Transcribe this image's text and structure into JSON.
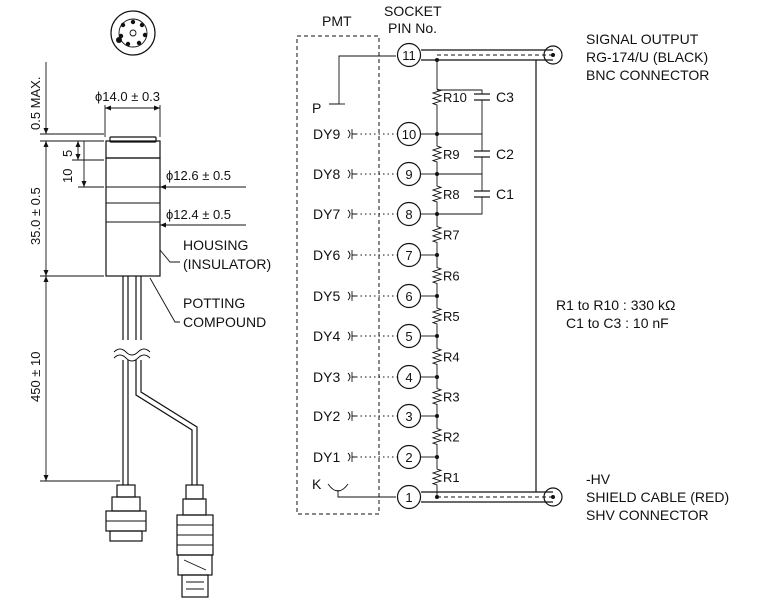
{
  "pmt_label": "PMT",
  "socket_label_line1": "SOCKET",
  "socket_label_line2": "PIN No.",
  "signal": {
    "line1": "SIGNAL OUTPUT",
    "line2": "RG-174/U (BLACK)",
    "line3": "BNC CONNECTOR"
  },
  "hv": {
    "line1": "-HV",
    "line2": "SHIELD CABLE (RED)",
    "line3": "SHV CONNECTOR"
  },
  "spec": {
    "line1": "R1 to R10 : 330 kΩ",
    "line2": "C1 to C3 : 10 nF"
  },
  "dims": {
    "dia_top": "ϕ14.0 ± 0.3",
    "dia_mid": "ϕ12.6 ± 0.5",
    "dia_low": "ϕ12.4 ± 0.5",
    "max_top": "0.5 MAX.",
    "d5": "5",
    "d10": "10",
    "d35": "35.0 ± 0.5",
    "d450": "450 ± 10"
  },
  "housing_line1": "HOUSING",
  "housing_line2": "(INSULATOR)",
  "potting_line1": "POTTING",
  "potting_line2": "COMPOUND",
  "electrodes": {
    "p": "P",
    "k": "K",
    "dy9": "DY9",
    "dy8": "DY8",
    "dy7": "DY7",
    "dy6": "DY6",
    "dy5": "DY5",
    "dy4": "DY4",
    "dy3": "DY3",
    "dy2": "DY2",
    "dy1": "DY1"
  },
  "pins": {
    "p11": "11",
    "p10": "10",
    "p9": "9",
    "p8": "8",
    "p7": "7",
    "p6": "6",
    "p5": "5",
    "p4": "4",
    "p3": "3",
    "p2": "2",
    "p1": "1"
  },
  "resistors": {
    "r10": "R10",
    "r9": "R9",
    "r8": "R8",
    "r7": "R7",
    "r6": "R6",
    "r5": "R5",
    "r4": "R4",
    "r3": "R3",
    "r2": "R2",
    "r1": "R1"
  },
  "capacitors": {
    "c3": "C3",
    "c2": "C2",
    "c1": "C1"
  }
}
